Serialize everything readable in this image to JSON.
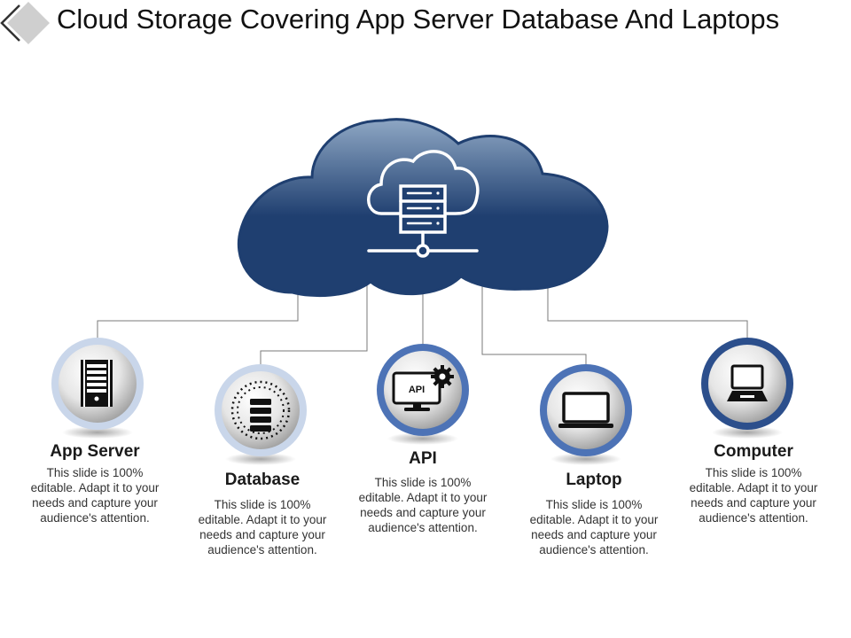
{
  "slide": {
    "title": "Cloud Storage Covering App Server Database And Laptops"
  },
  "colors": {
    "cloud_dark": "#1f3f70",
    "cloud_light": "#8ea7c4",
    "ring_light": "#c9d6ea",
    "ring_mid": "#4d73b6",
    "ring_dark": "#2c4f8c",
    "connector": "#7a7a7a"
  },
  "cloud": {
    "icon": "cloud-server-network-icon"
  },
  "nodes": [
    {
      "id": "app-server",
      "icon": "server-tower-icon",
      "label": "App Server",
      "desc": [
        "This slide is 100%",
        "editable. Adapt it to your",
        "needs and capture your",
        "audience's attention."
      ]
    },
    {
      "id": "database",
      "icon": "database-icon",
      "label": "Database",
      "desc": [
        "This slide is 100%",
        "editable. Adapt it to your",
        "needs and capture your",
        "audience's attention."
      ]
    },
    {
      "id": "api",
      "icon": "api-monitor-gear-icon",
      "icon_text": "API",
      "label": "API",
      "desc": [
        "This slide is 100%",
        "editable. Adapt it to your",
        "needs and capture your",
        "audience's attention."
      ]
    },
    {
      "id": "laptop",
      "icon": "laptop-icon",
      "label": "Laptop",
      "desc": [
        "This slide is 100%",
        "editable. Adapt it to your",
        "needs and capture your",
        "audience's attention."
      ]
    },
    {
      "id": "computer",
      "icon": "computer-icon",
      "label": "Computer",
      "desc": [
        "This slide is 100%",
        "editable. Adapt it to your",
        "needs and capture your",
        "audience's attention."
      ]
    }
  ]
}
